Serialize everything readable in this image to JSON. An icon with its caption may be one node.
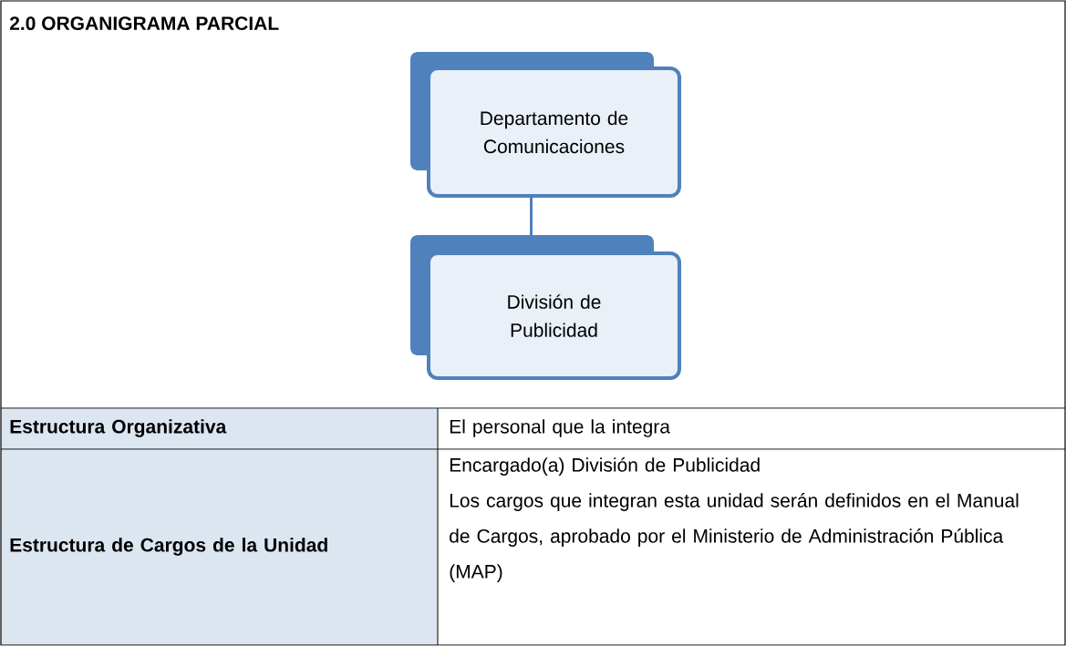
{
  "diagram": {
    "title": "2.0 ORGANIGRAMA PARCIAL",
    "nodes": [
      {
        "text": [
          "Departamento de Comunicaciones"
        ]
      },
      {
        "text": [
          "División de Publicidad"
        ]
      }
    ],
    "edges": [
      {
        "from": 0,
        "to": 1,
        "arrow": "none"
      }
    ],
    "labels": [
      "Estructura Organizativa",
      "El personal que la integra",
      "Estructura de Cargos de la Unidad",
      "Encargado(a) División de Publicidad",
      "Los cargos que integran esta unidad serán definidos en el Manual de Cargos, aprobado por el Ministerio de Administración Pública (MAP)"
    ]
  }
}
